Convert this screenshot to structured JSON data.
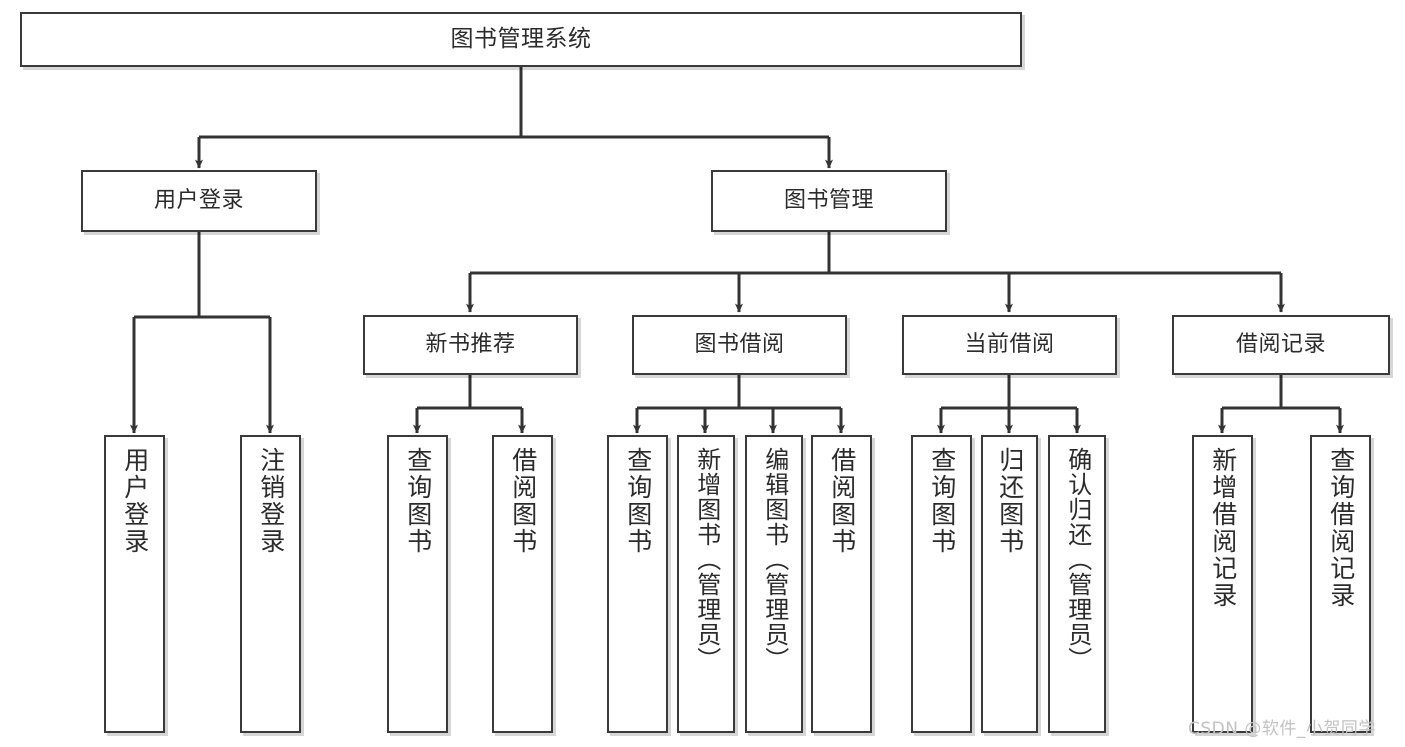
{
  "diagram": {
    "title": "图书管理系统",
    "type": "hierarchical-tree",
    "watermark": "CSDN @软件_小贺同学",
    "colors": {
      "box_border": "#3a3a3a",
      "box_fill": "#ffffff",
      "connector": "#333333",
      "text": "#2b2b2b",
      "watermark": "#c2c2c2",
      "background": "#ffffff"
    },
    "root": {
      "label": "图书管理系统"
    },
    "level2": [
      {
        "label": "用户登录"
      },
      {
        "label": "图书管理"
      }
    ],
    "level3": [
      {
        "label": "新书推荐"
      },
      {
        "label": "图书借阅"
      },
      {
        "label": "当前借阅"
      },
      {
        "label": "借阅记录"
      }
    ],
    "leaves": {
      "user_login": [
        {
          "label": "用户登录"
        },
        {
          "label": "注销登录"
        }
      ],
      "new_book": [
        {
          "label": "查询图书"
        },
        {
          "label": "借阅图书"
        }
      ],
      "book_borrow": [
        {
          "label": "查询图书"
        },
        {
          "label": "新增图书（管理员）"
        },
        {
          "label": "编辑图书（管理员）"
        },
        {
          "label": "借阅图书"
        }
      ],
      "current_borrow": [
        {
          "label": "查询图书"
        },
        {
          "label": "归还图书"
        },
        {
          "label": "确认归还（管理员）"
        }
      ],
      "borrow_record": [
        {
          "label": "新增借阅记录"
        },
        {
          "label": "查询借阅记录"
        }
      ]
    }
  }
}
